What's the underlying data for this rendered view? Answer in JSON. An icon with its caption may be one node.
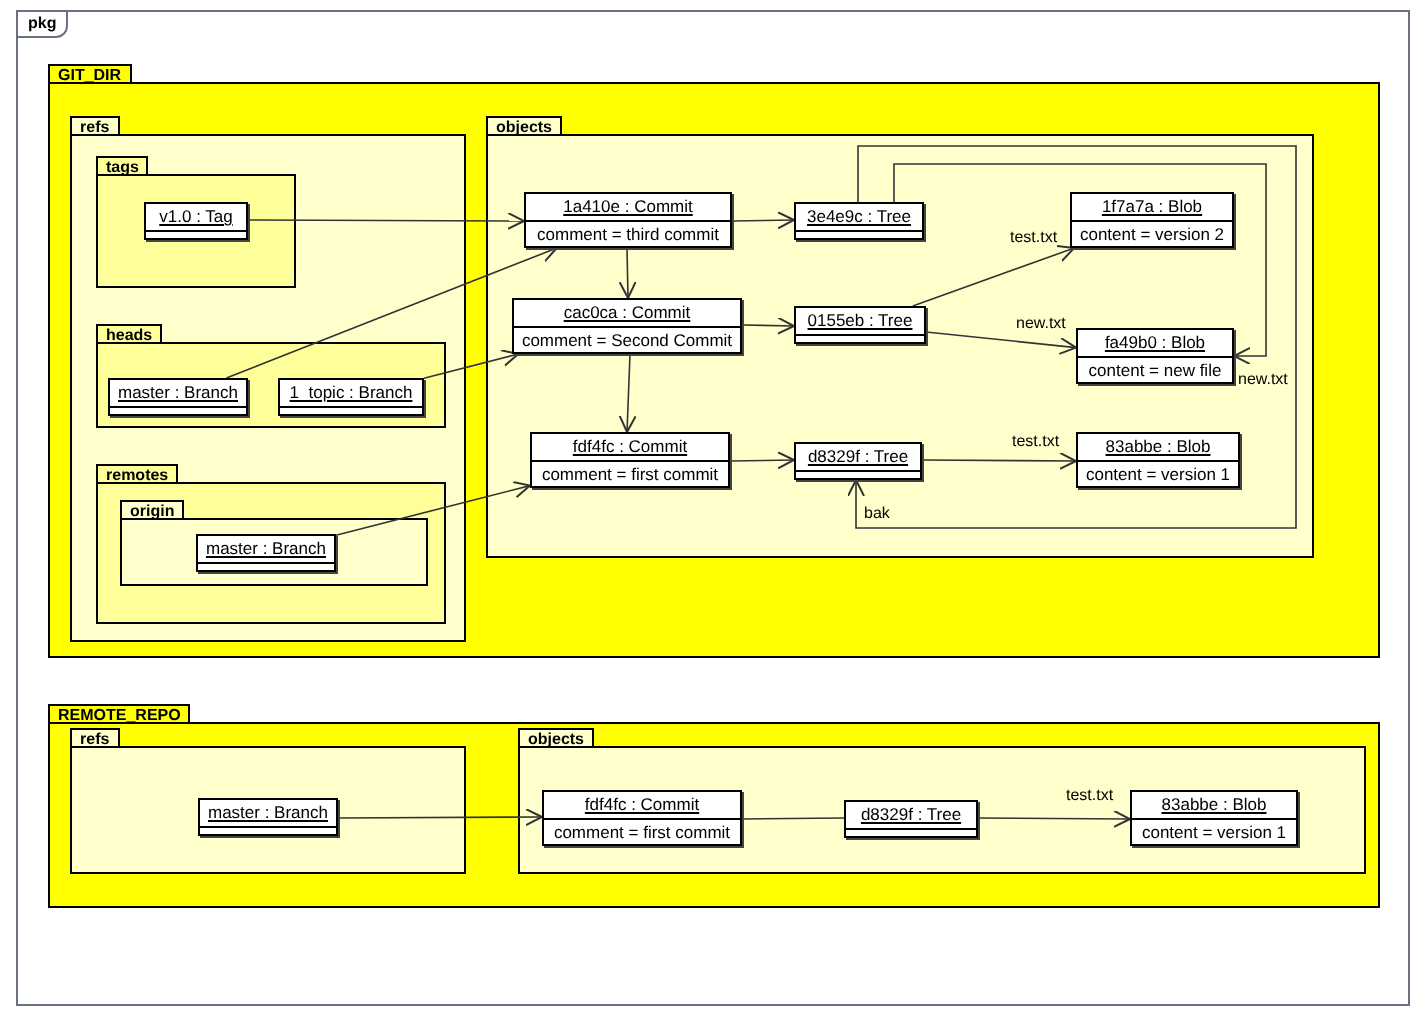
{
  "diagram": {
    "title": "pkg",
    "nodes": [
      {
        "text": [
          "GIT_DIR"
        ]
      },
      {
        "text": [
          "refs"
        ],
        "in": 0
      },
      {
        "text": [
          "tags"
        ],
        "in": 1
      },
      {
        "text": [
          "v1.0 : Tag"
        ],
        "in": 2
      },
      {
        "text": [
          "heads"
        ],
        "in": 1
      },
      {
        "text": [
          "master : Branch"
        ],
        "in": 4
      },
      {
        "text": [
          "1_topic : Branch"
        ],
        "in": 4
      },
      {
        "text": [
          "remotes"
        ],
        "in": 1
      },
      {
        "text": [
          "origin"
        ],
        "in": 7
      },
      {
        "text": [
          "master : Branch"
        ],
        "in": 8
      },
      {
        "text": [
          "objects"
        ],
        "in": 0
      },
      {
        "text": [
          "1a410e : Commit",
          "comment = third commit"
        ],
        "in": 10
      },
      {
        "text": [
          "3e4e9c : Tree"
        ],
        "in": 10
      },
      {
        "text": [
          "1f7a7a : Blob",
          "content = version 2"
        ],
        "in": 10
      },
      {
        "text": [
          "cac0ca : Commit",
          "comment = Second Commit"
        ],
        "in": 10
      },
      {
        "text": [
          "0155eb : Tree"
        ],
        "in": 10
      },
      {
        "text": [
          "fa49b0 : Blob",
          "content = new file"
        ],
        "in": 10
      },
      {
        "text": [
          "fdf4fc : Commit",
          "comment = first commit"
        ],
        "in": 10
      },
      {
        "text": [
          "d8329f : Tree"
        ],
        "in": 10
      },
      {
        "text": [
          "83abbe : Blob",
          "content = version 1"
        ],
        "in": 10
      },
      {
        "text": [
          "REMOTE_REPO"
        ]
      },
      {
        "text": [
          "refs"
        ],
        "in": 20
      },
      {
        "text": [
          "master : Branch"
        ],
        "in": 21
      },
      {
        "text": [
          "objects"
        ],
        "in": 20
      },
      {
        "text": [
          "fdf4fc : Commit",
          "comment = first commit"
        ],
        "in": 23
      },
      {
        "text": [
          "d8329f : Tree"
        ],
        "in": 23
      },
      {
        "text": [
          "83abbe : Blob",
          "content = version 1"
        ],
        "in": 23
      }
    ],
    "edges": [
      {
        "from": 3,
        "to": 11,
        "arrow": "to"
      },
      {
        "from": 5,
        "to": 11,
        "arrow": "to"
      },
      {
        "from": 6,
        "to": 14,
        "arrow": "to"
      },
      {
        "from": 9,
        "to": 17,
        "arrow": "to"
      },
      {
        "from": 11,
        "to": 12,
        "arrow": "to"
      },
      {
        "from": 11,
        "to": 14,
        "arrow": "to"
      },
      {
        "from": 14,
        "to": 15,
        "arrow": "to"
      },
      {
        "from": 14,
        "to": 17,
        "arrow": "to"
      },
      {
        "from": 17,
        "to": 18,
        "arrow": "to"
      },
      {
        "from": 15,
        "to": 13,
        "arrow": "to",
        "label": "test.txt"
      },
      {
        "from": 15,
        "to": 16,
        "arrow": "to",
        "label": "new.txt"
      },
      {
        "from": 12,
        "to": 16,
        "arrow": "to",
        "label": "new.txt"
      },
      {
        "from": 12,
        "to": 18,
        "arrow": "to",
        "label": "bak"
      },
      {
        "from": 18,
        "to": 19,
        "arrow": "to",
        "label": "test.txt"
      },
      {
        "from": 22,
        "to": 24,
        "arrow": "to"
      },
      {
        "from": 24,
        "to": 25,
        "arrow": "none"
      },
      {
        "from": 25,
        "to": 26,
        "arrow": "to",
        "label": "test.txt"
      }
    ]
  }
}
